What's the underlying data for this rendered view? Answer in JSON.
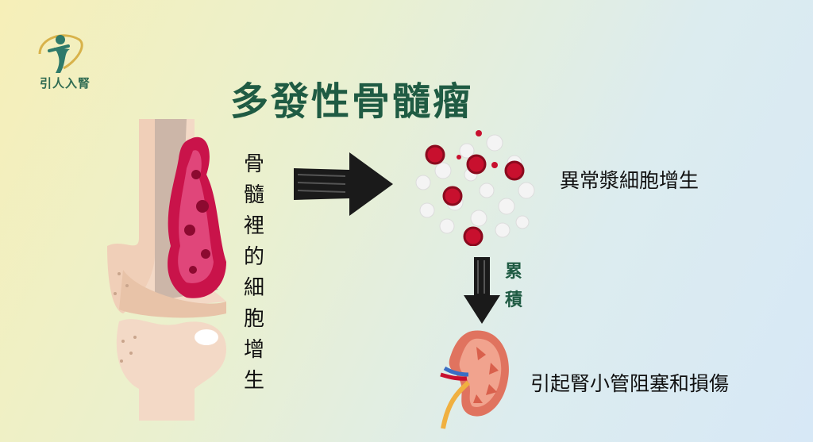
{
  "logo": {
    "text": "引人入腎"
  },
  "title": "多發性骨髓瘤",
  "left_caption": [
    "骨",
    "髓",
    "裡",
    "的",
    "細",
    "胞",
    "增",
    "生"
  ],
  "arrow_label": [
    "累",
    "積"
  ],
  "labels": {
    "abnormal": "異常漿細胞增生",
    "kidney": "引起腎小管阻塞和損傷"
  },
  "colors": {
    "title": "#1f5b43",
    "marrow": "#c9134a",
    "bone": "#f3d9c6",
    "cell_red": "#c8102e",
    "arrow": "#1a1a1a"
  }
}
